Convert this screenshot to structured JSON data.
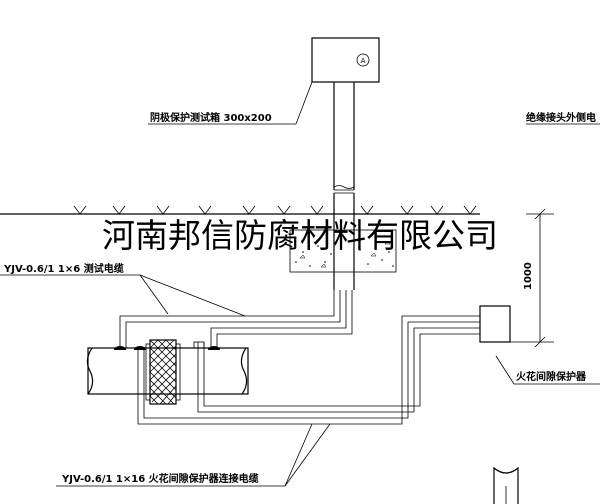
{
  "labels": {
    "test_box": "阴极保护测试箱 300x200",
    "insulation": "绝缘接头外侧电",
    "test_cable": "YJV-0.6/1   1×6   测试电缆",
    "dimension": "1000",
    "spark_gap": "火花间隙保护器",
    "connect_cable": "YJV-0.6/1   1×16   火花间隙保护器连接电缆",
    "test_box_symbol": "A"
  },
  "watermark": "河南邦信防腐材料有限公司"
}
